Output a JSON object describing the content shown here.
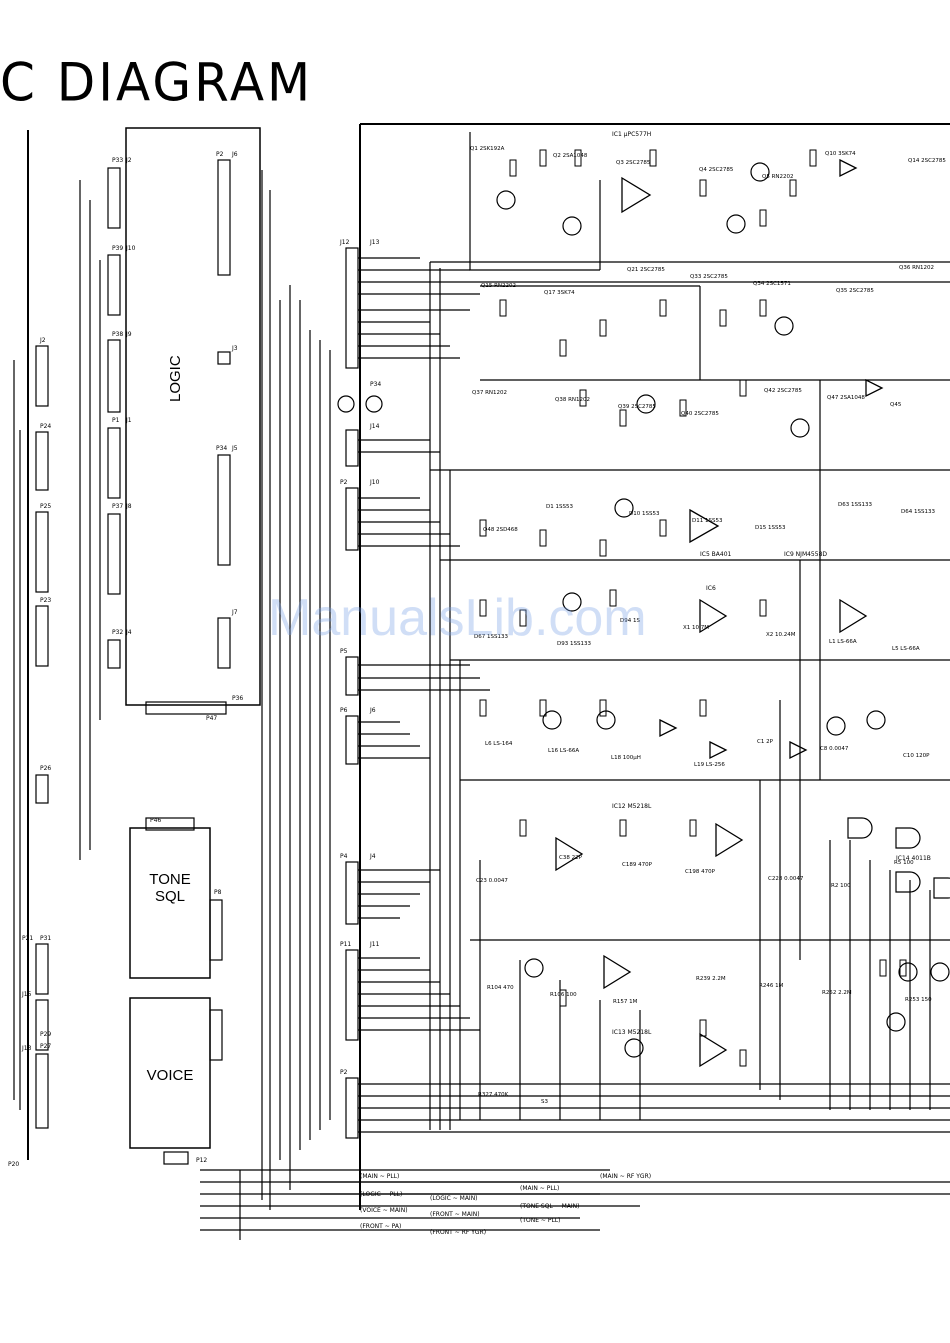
{
  "title": "C DIAGRAM",
  "watermark": "ManualsLib.com",
  "blocks": {
    "logic": "LOGIC",
    "tone_sql": "TONE\nSQL",
    "voice": "VOICE"
  },
  "connector_labels": [
    "P33",
    "J2",
    "P39",
    "J10",
    "P38",
    "J9",
    "P1",
    "J1",
    "P37",
    "J8",
    "P32",
    "J4",
    "P2",
    "J6",
    "J3",
    "P34",
    "J5",
    "J7",
    "P36",
    "P47",
    "P46",
    "P8",
    "P12",
    "J12",
    "J13",
    "P34",
    "J14",
    "P2",
    "J10",
    "P5",
    "P6",
    "J6",
    "P4",
    "J4",
    "P11",
    "J11",
    "P2",
    "J2",
    "P24",
    "P25",
    "P23",
    "P26",
    "P31",
    "P29",
    "P27",
    "P20",
    "P21",
    "J15",
    "J13",
    "J6"
  ],
  "ic_labels": [
    "IC1 µPC577H",
    "IC5 BA401",
    "IC6",
    "IC9 NJM4558D",
    "IC12 M5218L",
    "IC13 M5218L",
    "IC14 4011B"
  ],
  "bus_labels": [
    "MAIN ~ PLL",
    "LOGIC ~ PLL",
    "LOGIC ~ MAIN",
    "MAIN ~ PLL",
    "MAIN ~ RF YGR",
    "TONE SQL ~ MAIN",
    "VOICE ~ MAIN",
    "FRONT ~ MAIN",
    "TONE ~ PLL",
    "FRONT ~ PA",
    "FRONT ~ RF YGR"
  ],
  "component_labels": [
    "Q1 2SK192A",
    "Q2 2SA1048",
    "Q3 2SC2785",
    "Q4 2SC2785",
    "Q5 RN2202",
    "Q10 3SK74",
    "Q14 2SC2785",
    "Q15 RN2202",
    "Q17 3SK74",
    "Q21 2SC2785",
    "Q33 2SC2785",
    "Q34 2SC1571",
    "Q35 2SC2785",
    "Q36 RN1202",
    "Q37 RN1202",
    "Q38 RN1202",
    "Q39 2SC2785",
    "Q40 2SC2785",
    "Q42 2SC2785",
    "Q47 2SA1048",
    "Q45",
    "Q48 2SD468",
    "D1 1SS53",
    "D10 1SS53",
    "D11 1SS53",
    "D15 1SS53",
    "D63 1SS133",
    "D64 1SS133",
    "D67 1SS133",
    "D93 1SS133",
    "D94 1S",
    "X1 10.7M",
    "X2 10.24M",
    "L1 LS-66A",
    "L5 LS-66A",
    "L6 LS-164",
    "L16 LS-66A",
    "L18 100µH",
    "L19 LS-256",
    "C1 2P",
    "C8 0.0047",
    "C10 120P",
    "C23 0.0047",
    "C38 22P",
    "C189 470P",
    "C198 470P",
    "C228 0.0047",
    "R2 100",
    "R5 100",
    "R104 470",
    "R106 100",
    "R157 1M",
    "R239 2.2M",
    "R246 1M",
    "R252 2.2M",
    "R253 150",
    "R327 470K",
    "S3"
  ]
}
